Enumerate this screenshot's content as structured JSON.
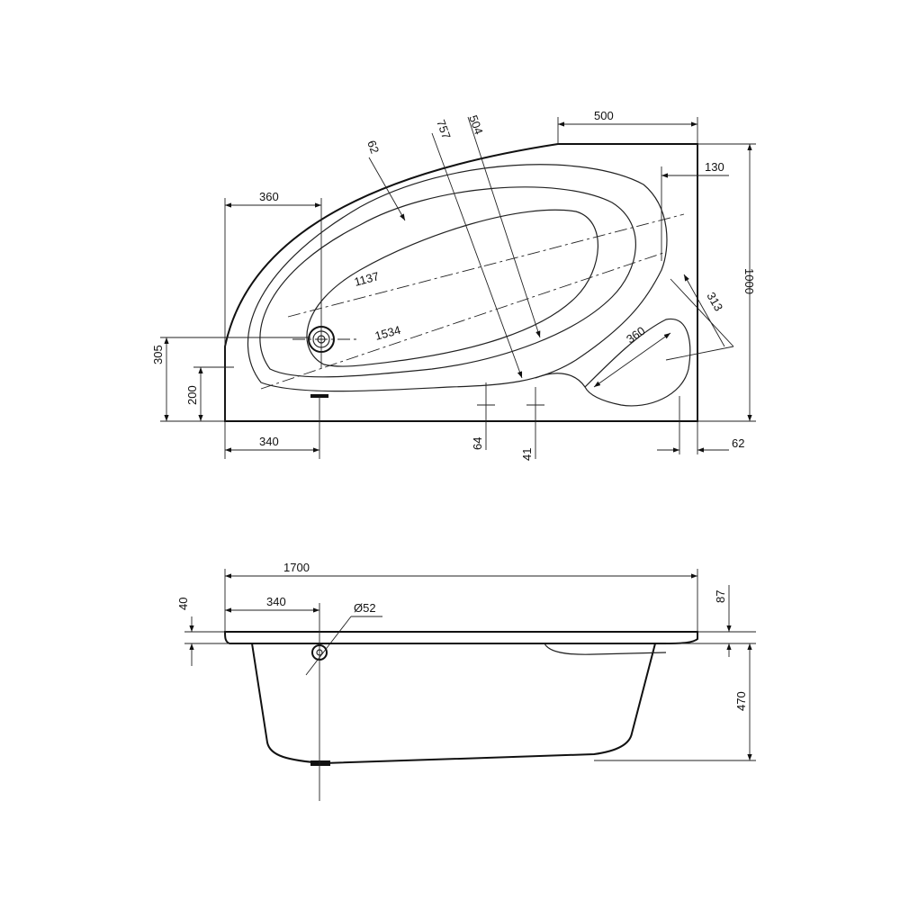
{
  "top_view": {
    "dims": {
      "d500": "500",
      "d130": "130",
      "d1000": "1000",
      "d62a": "62",
      "d757": "757",
      "d504": "504",
      "d360a": "360",
      "d1137": "1137",
      "d1534": "1534",
      "d313": "313",
      "d360b": "360",
      "d305": "305",
      "d200": "200",
      "d340": "340",
      "d64": "64",
      "d41": "41",
      "d62b": "62"
    }
  },
  "side_view": {
    "dims": {
      "d1700": "1700",
      "d340": "340",
      "d52": "Ø52",
      "d40": "40",
      "d87": "87",
      "d470": "470"
    }
  }
}
